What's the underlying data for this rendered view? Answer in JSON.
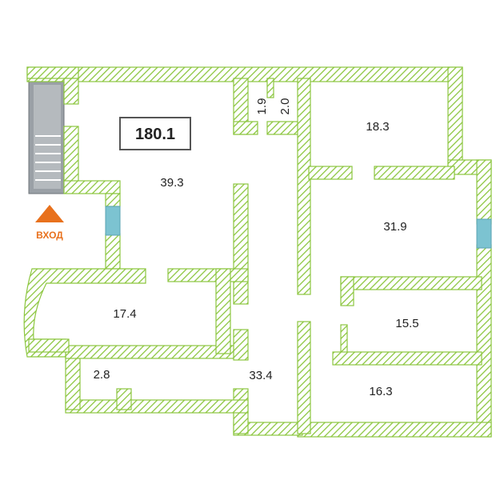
{
  "plan": {
    "total_area": "180.1",
    "entrance_label": "ВХОД",
    "rooms": [
      {
        "id": "room-39-3",
        "area": "39.3"
      },
      {
        "id": "room-1-9",
        "area": "1.9"
      },
      {
        "id": "room-2-0",
        "area": "2.0"
      },
      {
        "id": "room-18-3",
        "area": "18.3"
      },
      {
        "id": "room-31-9",
        "area": "31.9"
      },
      {
        "id": "room-17-4",
        "area": "17.4"
      },
      {
        "id": "room-15-5",
        "area": "15.5"
      },
      {
        "id": "room-2-8",
        "area": "2.8"
      },
      {
        "id": "room-33-4",
        "area": "33.4"
      },
      {
        "id": "room-16-3",
        "area": "16.3"
      }
    ],
    "colors": {
      "wall_stroke": "#8cc63f",
      "window": "#7cc3d1",
      "stairs": "#9aa0a6",
      "arrow": "#e8711d"
    }
  }
}
